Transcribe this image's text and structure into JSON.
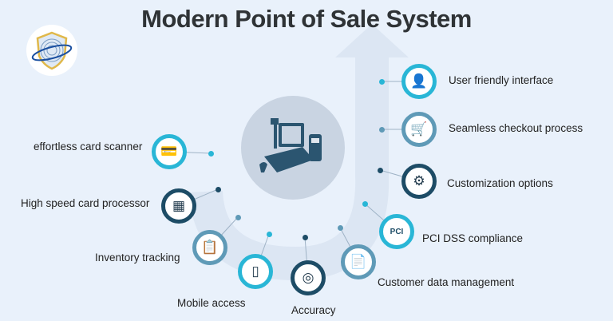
{
  "title": "Modern Point of Sale System",
  "colors": {
    "background": "#e9f1fb",
    "cyan": "#29b6d6",
    "steel": "#5f9ab7",
    "dark": "#1d4c66",
    "arrow": "#dce6f3"
  },
  "features": [
    {
      "label": "User friendly interface",
      "icon": "user-check-icon",
      "ring": "cyan"
    },
    {
      "label": "Seamless checkout process",
      "icon": "cart-check-icon",
      "ring": "steel"
    },
    {
      "label": "Customization options",
      "icon": "gear-icon",
      "ring": "dark"
    },
    {
      "label": "PCI DSS compliance",
      "icon": "pci-badge-icon",
      "ring": "cyan"
    },
    {
      "label": "Customer data management",
      "icon": "document-user-icon",
      "ring": "steel"
    },
    {
      "label": "Accuracy",
      "icon": "target-document-icon",
      "ring": "dark"
    },
    {
      "label": "Mobile access",
      "icon": "mobile-check-icon",
      "ring": "cyan"
    },
    {
      "label": "Inventory tracking",
      "icon": "clipboard-icon",
      "ring": "steel"
    },
    {
      "label": "High speed card processor",
      "icon": "card-terminal-icon",
      "ring": "dark"
    },
    {
      "label": "effortless card scanner",
      "icon": "card-scan-icon",
      "ring": "cyan"
    }
  ]
}
